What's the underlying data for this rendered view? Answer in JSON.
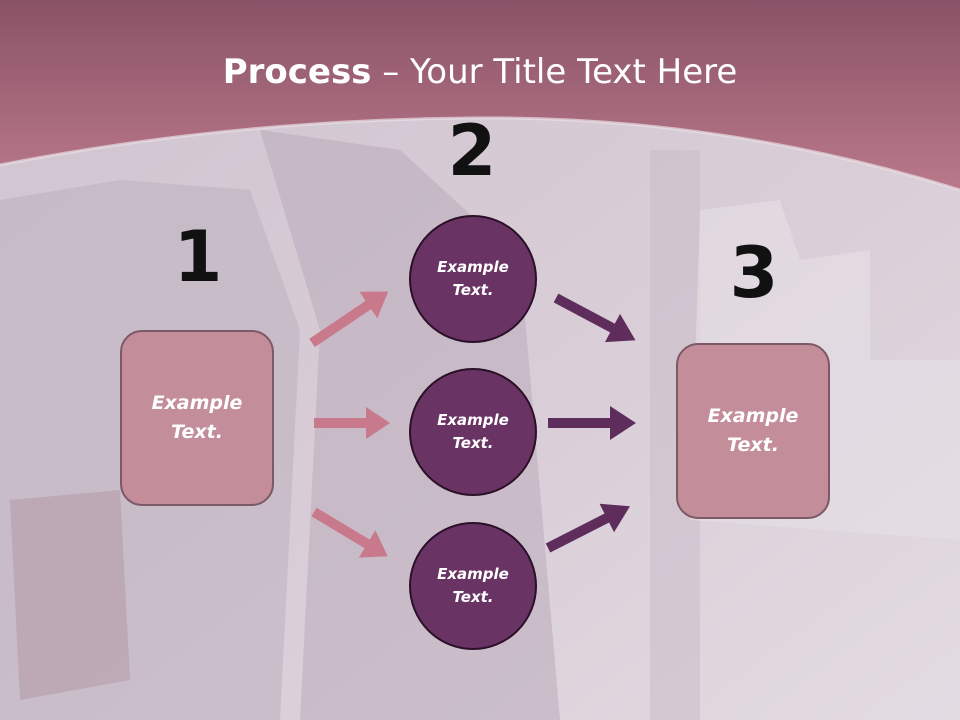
{
  "title": {
    "bold": "Process",
    "rest": " – Your Title Text Here"
  },
  "numbers": {
    "left": "1",
    "middle": "2",
    "right": "3"
  },
  "left_box": {
    "label": "Example\nText."
  },
  "right_box": {
    "label": "Example\nText."
  },
  "circles": [
    {
      "label": "Example\nText."
    },
    {
      "label": "Example\nText."
    },
    {
      "label": "Example\nText."
    }
  ],
  "colors": {
    "header": "#b06b7e",
    "box_fill": "#c38e9a",
    "circle_fill": "#693364",
    "arrow_pink": "#c87a8c",
    "arrow_purple": "#5f2d5c"
  }
}
